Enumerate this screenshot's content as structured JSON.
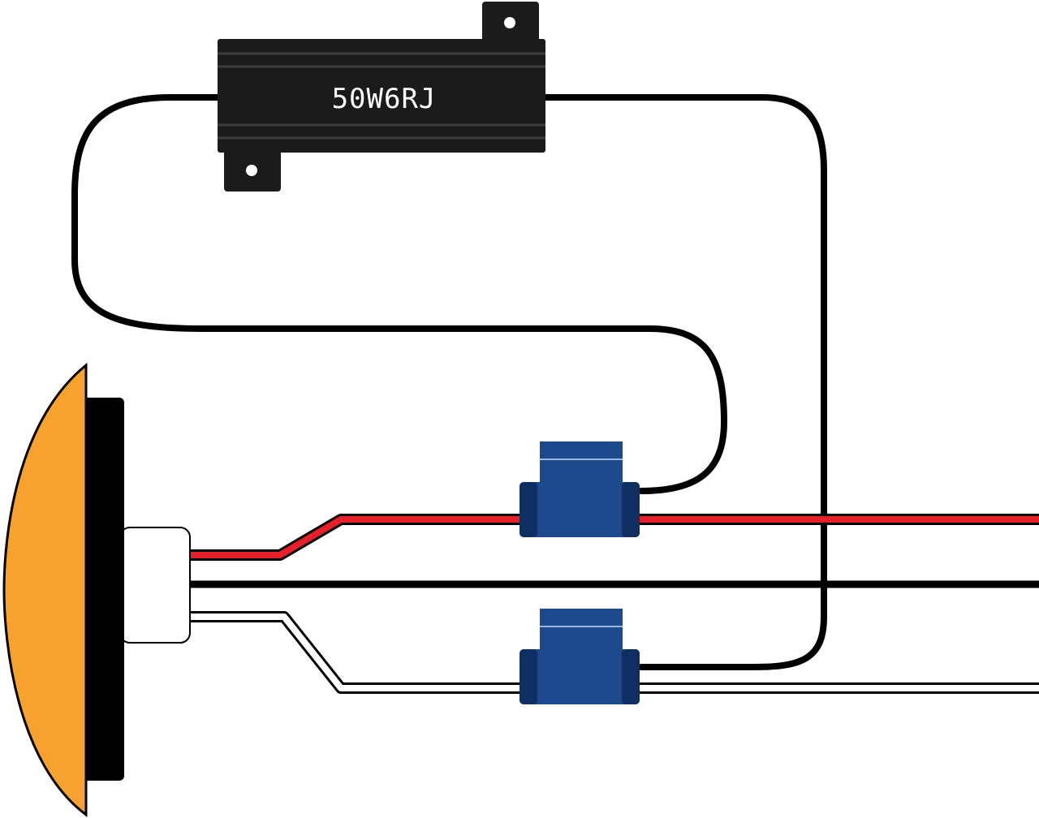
{
  "resistor": {
    "label": "50W6RJ"
  },
  "colors": {
    "background": "#ffffff",
    "wire_black": "#000000",
    "wire_red": "#e5202b",
    "wire_white": "#ffffff",
    "wire_outline": "#000000",
    "resistor_body": "#1b1b1b",
    "resistor_label": "#ffffff",
    "connector_blue": "#1d4a8c",
    "connector_dark": "#0f2f63",
    "lamp_lens": "#f7a12f",
    "lamp_housing": "#000000",
    "lamp_socket": "#ffffff"
  },
  "components": {
    "resistor_icon": "load-resistor",
    "connector_icon": "t-tap-connector",
    "lamp_icon": "turn-signal-lamp"
  }
}
